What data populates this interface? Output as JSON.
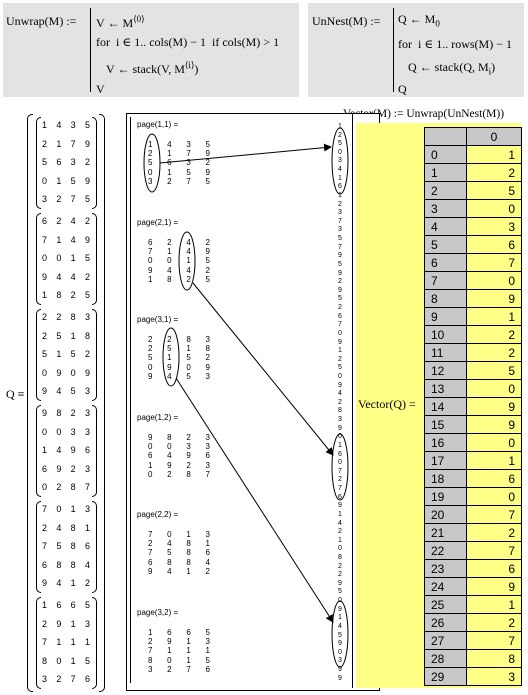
{
  "unwrap": {
    "lhs": "Unwrap(M) :=",
    "line1": "V ← M",
    "line1_sup": "⟨0⟩",
    "line2_for": "for",
    "line2_range": "i ∈ 1.. cols(M) − 1",
    "line2_if": "if  cols(M) > 1",
    "line3": "V ← stack(V, M",
    "line3_sup": "⟨i⟩",
    "line3_end": ")",
    "line4": "V"
  },
  "unnest": {
    "lhs": "UnNest(M) :=",
    "line1": "Q ← M",
    "line1_sub": "0",
    "line2_for": "for",
    "line2_range": "i ∈ 1.. rows(M) − 1",
    "line3": "Q ← stack(Q, M",
    "line3_sub": "i",
    "line3_end": ")",
    "line4": "Q"
  },
  "vector_def": "Vector(M) := Unwrap(UnNest(M))",
  "vector_label": "Vector(Q) =",
  "q_label": "Q ≡",
  "q_matrices": [
    [
      [
        "1",
        "4",
        "3",
        "5"
      ],
      [
        "2",
        "1",
        "7",
        "9"
      ],
      [
        "5",
        "6",
        "3",
        "2"
      ],
      [
        "0",
        "1",
        "5",
        "9"
      ],
      [
        "3",
        "2",
        "7",
        "5"
      ]
    ],
    [
      [
        "6",
        "2",
        "4",
        "2"
      ],
      [
        "7",
        "1",
        "4",
        "9"
      ],
      [
        "0",
        "0",
        "1",
        "5"
      ],
      [
        "9",
        "4",
        "4",
        "2"
      ],
      [
        "1",
        "8",
        "2",
        "5"
      ]
    ],
    [
      [
        "2",
        "2",
        "8",
        "3"
      ],
      [
        "2",
        "5",
        "1",
        "8"
      ],
      [
        "5",
        "1",
        "5",
        "2"
      ],
      [
        "0",
        "9",
        "0",
        "9"
      ],
      [
        "9",
        "4",
        "5",
        "3"
      ]
    ],
    [
      [
        "9",
        "8",
        "2",
        "3"
      ],
      [
        "0",
        "0",
        "3",
        "3"
      ],
      [
        "1",
        "4",
        "9",
        "6"
      ],
      [
        "6",
        "9",
        "2",
        "3"
      ],
      [
        "0",
        "2",
        "8",
        "7"
      ]
    ],
    [
      [
        "7",
        "0",
        "1",
        "3"
      ],
      [
        "2",
        "4",
        "8",
        "1"
      ],
      [
        "7",
        "5",
        "8",
        "6"
      ],
      [
        "6",
        "8",
        "8",
        "4"
      ],
      [
        "9",
        "4",
        "1",
        "2"
      ]
    ],
    [
      [
        "1",
        "6",
        "6",
        "5"
      ],
      [
        "2",
        "9",
        "1",
        "3"
      ],
      [
        "7",
        "1",
        "1",
        "1"
      ],
      [
        "8",
        "0",
        "1",
        "5"
      ],
      [
        "3",
        "2",
        "7",
        "6"
      ]
    ]
  ],
  "pages": [
    {
      "title": "page(1,1) =",
      "rows": [
        [
          "1",
          "4",
          "3",
          "5"
        ],
        [
          "2",
          "1",
          "7",
          "9"
        ],
        [
          "5",
          "6",
          "3",
          "2"
        ],
        [
          "0",
          "1",
          "5",
          "9"
        ],
        [
          "3",
          "2",
          "7",
          "5"
        ]
      ]
    },
    {
      "title": "page(2,1) =",
      "rows": [
        [
          "6",
          "2",
          "4",
          "2"
        ],
        [
          "7",
          "1",
          "4",
          "9"
        ],
        [
          "0",
          "0",
          "1",
          "5"
        ],
        [
          "9",
          "4",
          "4",
          "2"
        ],
        [
          "1",
          "8",
          "2",
          "5"
        ]
      ]
    },
    {
      "title": "page(3,1) =",
      "rows": [
        [
          "2",
          "2",
          "8",
          "3"
        ],
        [
          "2",
          "5",
          "1",
          "8"
        ],
        [
          "5",
          "1",
          "5",
          "2"
        ],
        [
          "0",
          "9",
          "0",
          "9"
        ],
        [
          "9",
          "4",
          "5",
          "3"
        ]
      ]
    },
    {
      "title": "page(1,2) =",
      "rows": [
        [
          "9",
          "8",
          "2",
          "3"
        ],
        [
          "0",
          "0",
          "3",
          "3"
        ],
        [
          "6",
          "4",
          "9",
          "6"
        ],
        [
          "1",
          "9",
          "2",
          "3"
        ],
        [
          "0",
          "2",
          "8",
          "7"
        ]
      ]
    },
    {
      "title": "page(2,2) =",
      "rows": [
        [
          "7",
          "0",
          "1",
          "3"
        ],
        [
          "2",
          "4",
          "8",
          "1"
        ],
        [
          "7",
          "5",
          "8",
          "6"
        ],
        [
          "6",
          "8",
          "8",
          "4"
        ],
        [
          "9",
          "4",
          "1",
          "2"
        ]
      ]
    },
    {
      "title": "page(3,2) =",
      "rows": [
        [
          "1",
          "6",
          "6",
          "5"
        ],
        [
          "2",
          "9",
          "1",
          "3"
        ],
        [
          "7",
          "1",
          "1",
          "1"
        ],
        [
          "8",
          "0",
          "1",
          "5"
        ],
        [
          "3",
          "2",
          "7",
          "6"
        ]
      ]
    }
  ],
  "unwrapped_column": [
    "1",
    "2",
    "5",
    "0",
    "3",
    "4",
    "1",
    "6",
    "1",
    "2",
    "3",
    "7",
    "3",
    "5",
    "7",
    "9",
    "5",
    "9",
    "2",
    "9",
    "5",
    "2",
    "6",
    "7",
    "0",
    "9",
    "1",
    "2",
    "5",
    "0",
    "9",
    "4",
    "2",
    "8",
    "3",
    "9",
    "0",
    "1",
    "6",
    "0",
    "7",
    "2",
    "7",
    "6",
    "9",
    "1",
    "4",
    "2",
    "1",
    "0",
    "8",
    "2",
    "2",
    "9",
    "5",
    "0",
    "9",
    "1",
    "4",
    "5",
    "9",
    "0",
    "3",
    "9",
    "9"
  ],
  "vector_table": {
    "header": "0",
    "rows": [
      [
        "0",
        "1"
      ],
      [
        "1",
        "2"
      ],
      [
        "2",
        "5"
      ],
      [
        "3",
        "0"
      ],
      [
        "4",
        "3"
      ],
      [
        "5",
        "6"
      ],
      [
        "6",
        "7"
      ],
      [
        "7",
        "0"
      ],
      [
        "8",
        "9"
      ],
      [
        "9",
        "1"
      ],
      [
        "10",
        "2"
      ],
      [
        "11",
        "2"
      ],
      [
        "12",
        "5"
      ],
      [
        "13",
        "0"
      ],
      [
        "14",
        "9"
      ],
      [
        "15",
        "9"
      ],
      [
        "16",
        "0"
      ],
      [
        "17",
        "1"
      ],
      [
        "18",
        "6"
      ],
      [
        "19",
        "0"
      ],
      [
        "20",
        "7"
      ],
      [
        "21",
        "2"
      ],
      [
        "22",
        "7"
      ],
      [
        "23",
        "6"
      ],
      [
        "24",
        "9"
      ],
      [
        "25",
        "1"
      ],
      [
        "26",
        "2"
      ],
      [
        "27",
        "7"
      ],
      [
        "28",
        "8"
      ],
      [
        "29",
        "3"
      ]
    ]
  },
  "colors": {
    "program_bg": "#e3e3e3",
    "highlight": "#ffff88",
    "table_header": "#c8c8c8"
  }
}
